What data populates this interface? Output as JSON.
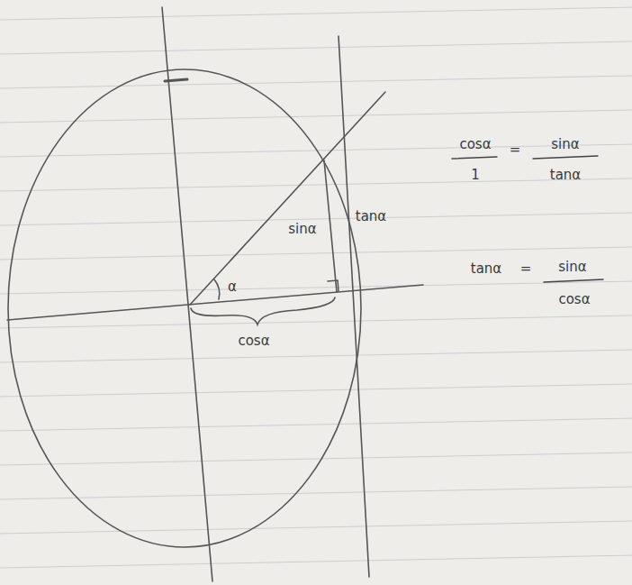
{
  "diagram": {
    "labels": [
      "cosα",
      "sinα",
      "tanα",
      "α",
      "cosα",
      "=",
      "sinα",
      "1",
      "tanα",
      "tanα",
      "=",
      "sinα",
      "cosα"
    ]
  }
}
